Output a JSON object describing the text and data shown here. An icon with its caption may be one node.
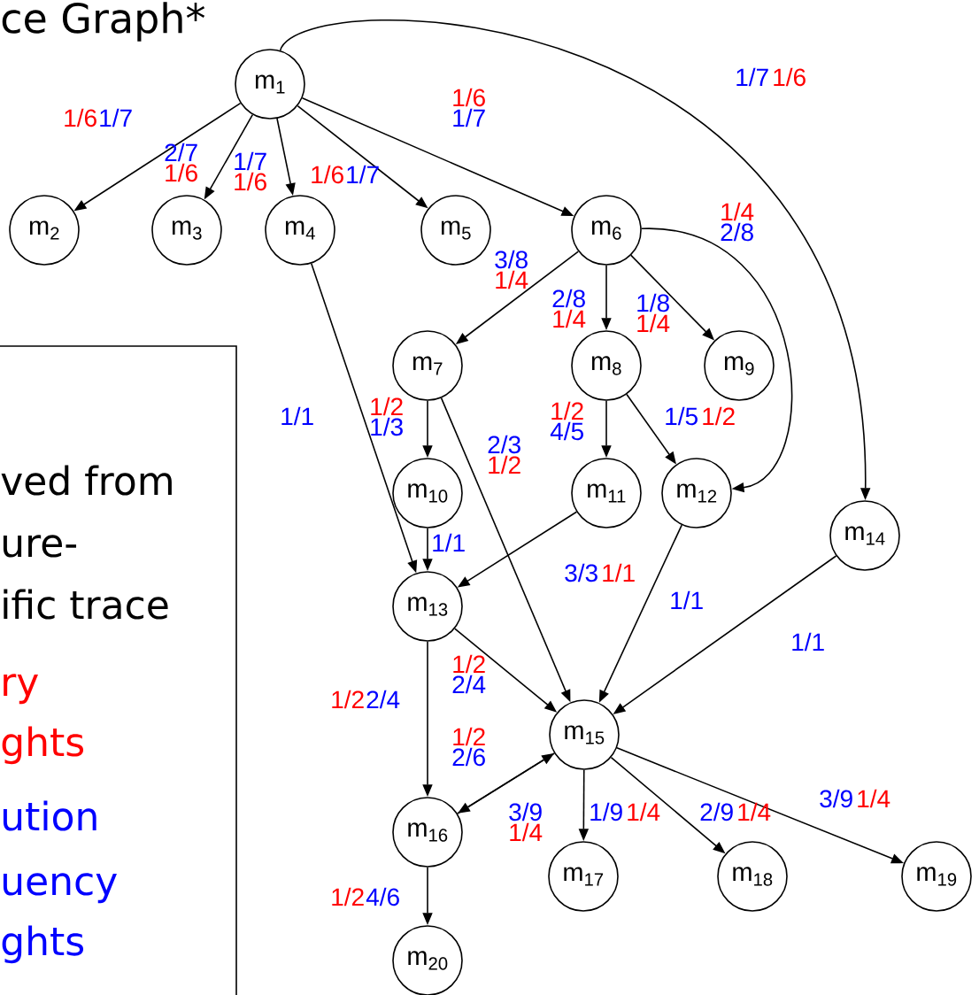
{
  "diagram": {
    "title": "ce Graph*",
    "nodes": [
      {
        "text": [
          "m$_{1}$"
        ]
      },
      {
        "text": [
          "m$_{2}$"
        ]
      },
      {
        "text": [
          "m$_{3}$"
        ]
      },
      {
        "text": [
          "m$_{4}$"
        ]
      },
      {
        "text": [
          "m$_{5}$"
        ]
      },
      {
        "text": [
          "m$_{6}$"
        ]
      },
      {
        "text": [
          "m$_{7}$"
        ]
      },
      {
        "text": [
          "m$_{8}$"
        ]
      },
      {
        "text": [
          "m$_{9}$"
        ]
      },
      {
        "text": [
          "m$_{10}$"
        ]
      },
      {
        "text": [
          "m$_{11}$"
        ]
      },
      {
        "text": [
          "m$_{12}$"
        ]
      },
      {
        "text": [
          "m$_{13}$"
        ]
      },
      {
        "text": [
          "m$_{14}$"
        ]
      },
      {
        "text": [
          "m$_{15}$"
        ]
      },
      {
        "text": [
          "m$_{16}$"
        ]
      },
      {
        "text": [
          "m$_{17}$"
        ]
      },
      {
        "text": [
          "m$_{18}$"
        ]
      },
      {
        "text": [
          "m$_{19}$"
        ]
      },
      {
        "text": [
          "m$_{20}$"
        ]
      },
      {
        "text": [
          "ved from",
          "ure-",
          "ific trace",
          "ry",
          "ghts",
          "ution",
          "uency",
          "ghts"
        ]
      }
    ],
    "edges": [
      {
        "from": 0,
        "to": 1,
        "arrow": "to",
        "label": "1/7"
      },
      {
        "from": 0,
        "to": 2,
        "arrow": "to",
        "label": "2/7"
      },
      {
        "from": 0,
        "to": 3,
        "arrow": "to",
        "label": "1/7"
      },
      {
        "from": 0,
        "to": 4,
        "arrow": "to",
        "label": "1/7"
      },
      {
        "from": 0,
        "to": 5,
        "arrow": "to",
        "label": "1/7"
      },
      {
        "from": 0,
        "to": 13,
        "arrow": "to",
        "label": "1/7"
      },
      {
        "from": 5,
        "to": 6,
        "arrow": "to",
        "label": "3/8"
      },
      {
        "from": 5,
        "to": 7,
        "arrow": "to",
        "label": "2/8"
      },
      {
        "from": 5,
        "to": 8,
        "arrow": "to",
        "label": "1/8"
      },
      {
        "from": 5,
        "to": 11,
        "arrow": "to",
        "label": "2/8"
      },
      {
        "from": 3,
        "to": 12,
        "arrow": "to",
        "label": "1/1"
      },
      {
        "from": 6,
        "to": 9,
        "arrow": "to",
        "label": "1/3"
      },
      {
        "from": 6,
        "to": 14,
        "arrow": "to",
        "label": "2/3"
      },
      {
        "from": 7,
        "to": 10,
        "arrow": "to",
        "label": "4/5"
      },
      {
        "from": 7,
        "to": 11,
        "arrow": "to",
        "label": "1/5"
      },
      {
        "from": 9,
        "to": 12,
        "arrow": "to",
        "label": "1/1"
      },
      {
        "from": 10,
        "to": 12,
        "arrow": "to",
        "label": "3/3"
      },
      {
        "from": 11,
        "to": 14,
        "arrow": "to",
        "label": "1/1"
      },
      {
        "from": 13,
        "to": 14,
        "arrow": "to",
        "label": "1/1"
      },
      {
        "from": 12,
        "to": 15,
        "arrow": "to",
        "label": "2/4"
      },
      {
        "from": 12,
        "to": 14,
        "arrow": "to",
        "label": "2/4"
      },
      {
        "from": 15,
        "to": 14,
        "arrow": "to",
        "label": "2/6"
      },
      {
        "from": 14,
        "to": 15,
        "arrow": "to",
        "label": "3/9"
      },
      {
        "from": 14,
        "to": 16,
        "arrow": "to",
        "label": "1/9"
      },
      {
        "from": 14,
        "to": 17,
        "arrow": "to",
        "label": "2/9"
      },
      {
        "from": 14,
        "to": 18,
        "arrow": "to",
        "label": "3/9"
      },
      {
        "from": 15,
        "to": 19,
        "arrow": "to",
        "label": "4/6"
      }
    ],
    "labels": [
      "1/6",
      "1/6",
      "1/6",
      "1/6",
      "1/6",
      "1/6",
      "1/4",
      "1/4",
      "1/4",
      "1/4",
      "1/2",
      "1/2",
      "1/2",
      "1/2",
      "1/1",
      "1/2",
      "1/2",
      "1/2",
      "1/4",
      "1/4",
      "1/4",
      "1/4",
      "1/2"
    ]
  }
}
